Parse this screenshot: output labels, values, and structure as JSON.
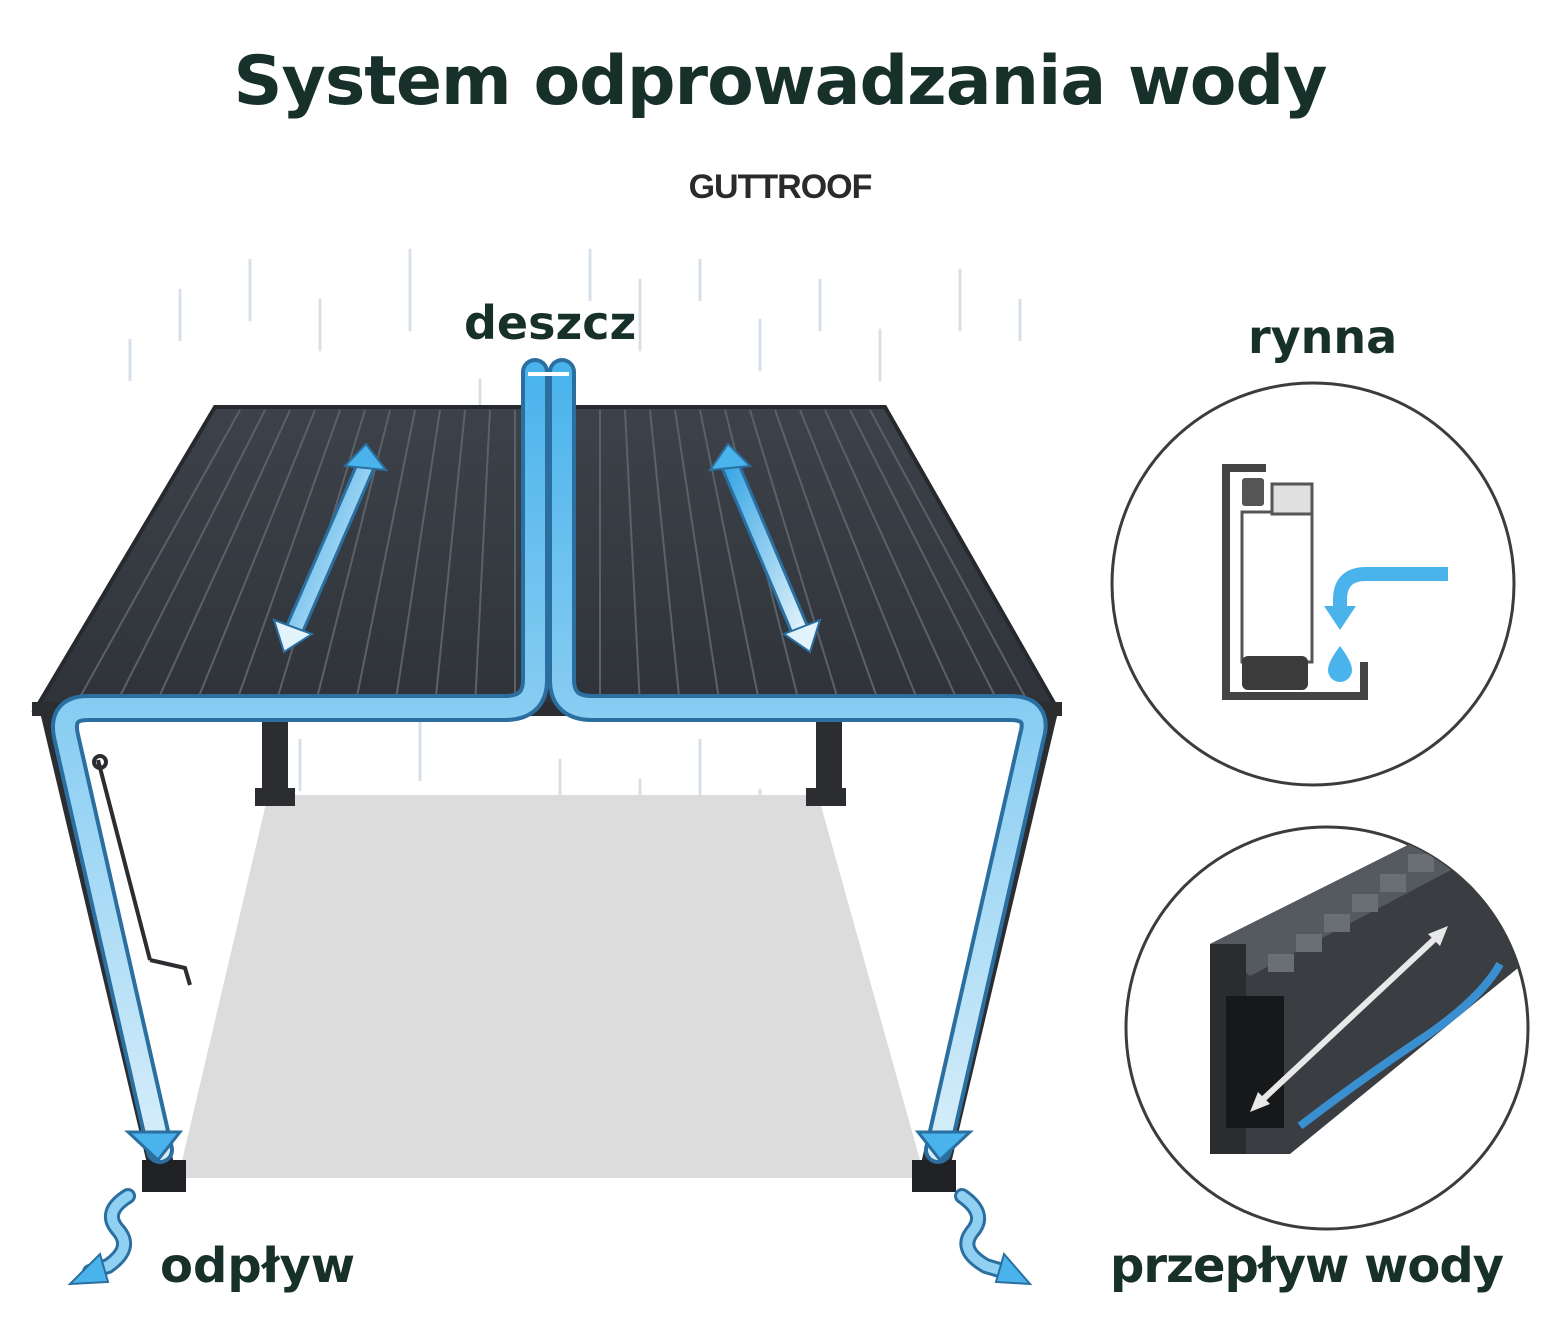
{
  "title": "System odprowadzania wody",
  "brand": "GUTTROOF",
  "labels": {
    "rain": "deszcz",
    "gutter": "rynna",
    "drain": "odpływ",
    "water_flow": "przepływ wody"
  },
  "colors": {
    "text": "#17302a",
    "flow": "#4ab3ec",
    "roof": "#3a3f46",
    "frame": "#2b2d31"
  }
}
